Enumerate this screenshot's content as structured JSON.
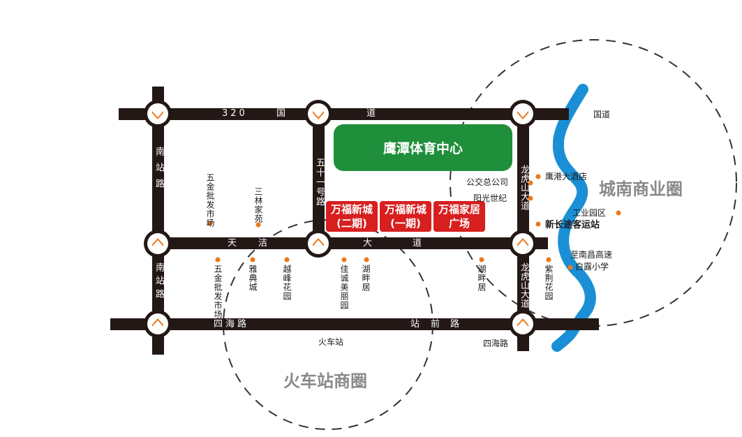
{
  "roads": {
    "r320": "320国道",
    "r320_tail": "国道",
    "tianjie": "天洁大道",
    "zhanqian": "站前路",
    "sihai_left": "四海路",
    "sihai_bottom": "四海路",
    "nanzhan_upper": "南站路",
    "nanzhan_lower": "南站路",
    "wuyi": "五十一号路",
    "longhu_upper": "龙虎山大道",
    "longhu_lower": "龙虎山大道"
  },
  "landmarks": {
    "stadium": "鹰潭体育中心",
    "wanfu2_line1": "万福新城",
    "wanfu2_line2": "(二期)",
    "wanfu1_line1": "万福新城",
    "wanfu1_line2": "(一期)",
    "wanfu_home_line1": "万福家居",
    "wanfu_home_line2": "广场"
  },
  "pois": {
    "wujin_north": "五金批发市场",
    "sanlin": "三林家苑",
    "wujin_south": "五金批发市场",
    "yadian": "雅典城",
    "yuefeng": "越峰花园",
    "jiacheng": "佳诚美丽园",
    "hupan1": "湖畔居",
    "hupan2": "湖畔居",
    "bus_company": "公交总公司",
    "yangguang": "阳光世纪",
    "yinggang": "鹰港大酒店",
    "industrial": "工业园区",
    "bus_station": "新长途客运站",
    "to_nanchang": "至南昌高速",
    "bailu": "白露小学",
    "zijing": "紫荆花园",
    "train_station": "火车站"
  },
  "zones": {
    "south_city": "城南商业圈",
    "train_zone": "火车站商圈"
  },
  "colors": {
    "road": "#231815",
    "node_ring": "#ffffff",
    "arrow": "#e87a1e",
    "stadium": "#1f8f3b",
    "wanfu": "#d71f1f",
    "poi_dot": "#e87a1e",
    "river": "#1b8fd6",
    "zone_text": "#8a8a8a"
  }
}
